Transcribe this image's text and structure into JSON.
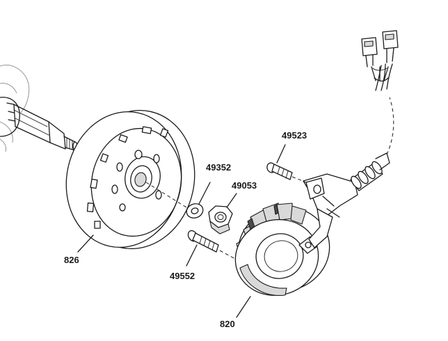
{
  "parts": [
    {
      "id": "flywheel",
      "number": "826"
    },
    {
      "id": "washer",
      "number": "49352"
    },
    {
      "id": "nut",
      "number": "49053"
    },
    {
      "id": "stator-screw",
      "number": "49552"
    },
    {
      "id": "pickup-screw",
      "number": "49523"
    },
    {
      "id": "stator",
      "number": "820"
    }
  ],
  "colors": {
    "line": "#1a1a1a",
    "shade": "#d9d9d9",
    "background": "#ffffff"
  }
}
